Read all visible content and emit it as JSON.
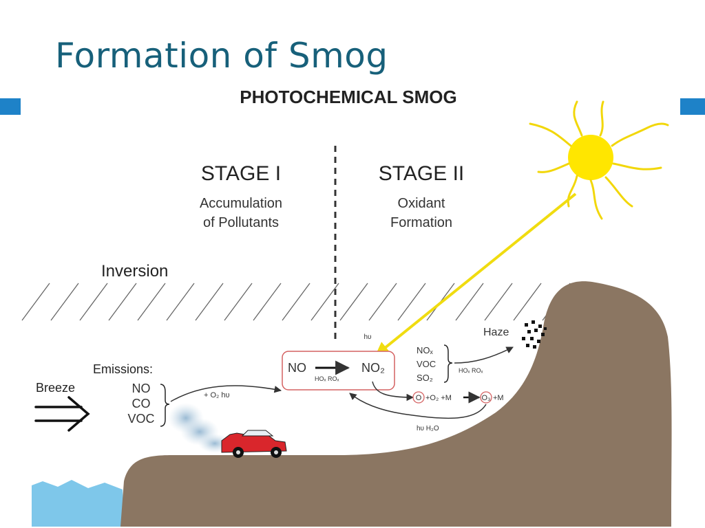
{
  "slide": {
    "title": "Formation of Smog"
  },
  "diagram": {
    "heading": "PHOTOCHEMICAL SMOG",
    "stage1": {
      "title": "STAGE I",
      "desc_line1": "Accumulation",
      "desc_line2": "of Pollutants"
    },
    "stage2": {
      "title": "STAGE II",
      "desc_line1": "Oxidant",
      "desc_line2": "Formation"
    },
    "inversion": "Inversion",
    "breeze": "Breeze",
    "emissions": {
      "label": "Emissions:",
      "items": [
        "NO",
        "CO",
        "VOC"
      ]
    },
    "reaction_arrow_label": "+ O₂  hυ",
    "box": {
      "left": "NO",
      "right": "NO₂",
      "catalyst": "HOₓ ROₓ"
    },
    "sunlight_label": "hυ",
    "right_group": {
      "items": [
        "NOₓ",
        "VOC",
        "SO₂"
      ],
      "catalyst": "HOₓ ROₓ"
    },
    "haze": "Haze",
    "ozone_reaction": {
      "o": "O",
      "plus_o2": "+O₂ +M",
      "o3": "O₃",
      "plus_m": "+M"
    },
    "return_label": "hυ  H₂O"
  },
  "colors": {
    "title": "#17607a",
    "accent": "#1e82c8",
    "hill": "#8b7662",
    "sun": "#ffe600",
    "sun_ray": "#f2d70a",
    "water": "#7ec7ea",
    "car": "#d9262c",
    "box_border": "#d46060",
    "hatch": "#666666"
  }
}
